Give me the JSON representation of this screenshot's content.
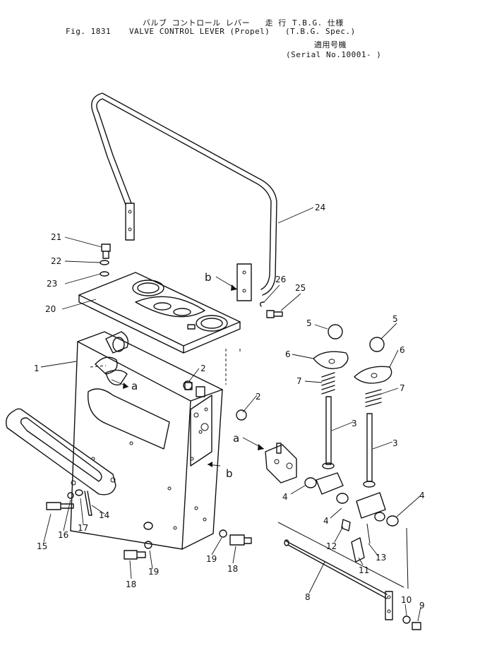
{
  "header": {
    "jp_title": "バルブ コントロール レバー   走 行",
    "jp_spec": "T.B.G. 仕様",
    "fig_number": "Fig. 1831",
    "title": "VALVE CONTROL LEVER (Propel)",
    "spec": "(T.B.G. Spec.)",
    "jp_serial": "適用号機",
    "serial": "(Serial No.10001- )"
  },
  "callouts": {
    "p1": "1",
    "p2a": "2",
    "p2b": "2",
    "p3a": "3",
    "p3b": "3",
    "p4a": "4",
    "p4b": "4",
    "p4c": "4",
    "p5a": "5",
    "p5b": "5",
    "p6a": "6",
    "p6b": "6",
    "p7a": "7",
    "p7b": "7",
    "p8": "8",
    "p9": "9",
    "p10": "10",
    "p11": "11",
    "p12": "12",
    "p13": "13",
    "p14": "14",
    "p15": "15",
    "p16": "16",
    "p17": "17",
    "p18a": "18",
    "p18b": "18",
    "p19a": "19",
    "p19b": "19",
    "p20": "20",
    "p21": "21",
    "p22": "22",
    "p23": "23",
    "p24": "24",
    "p25": "25",
    "p26": "26",
    "ref_a1": "a",
    "ref_a2": "a",
    "ref_b1": "b",
    "ref_b2": "b"
  }
}
